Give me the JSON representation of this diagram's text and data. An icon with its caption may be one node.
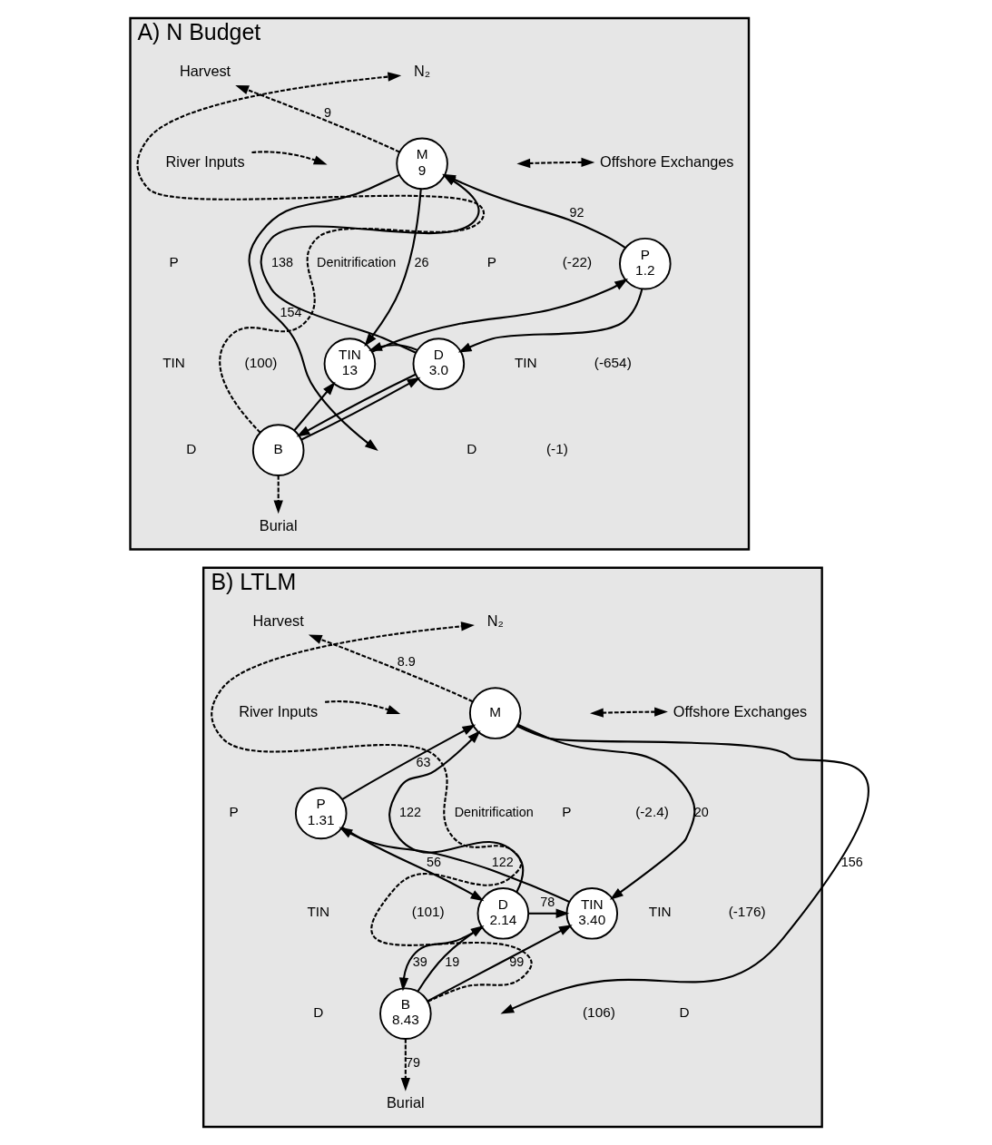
{
  "diagram": {
    "nodes": [
      {
        "text": [
          "A) N Budget"
        ]
      },
      {
        "text": [
          "Harvest"
        ],
        "in": 0
      },
      {
        "text": [
          "N₂"
        ],
        "in": 0
      },
      {
        "text": [
          "River Inputs"
        ],
        "in": 0
      },
      {
        "text": [
          "Offshore Exchanges"
        ],
        "in": 0
      },
      {
        "text": [
          "M",
          "9"
        ],
        "in": 0
      },
      {
        "text": [
          "P",
          "1.2"
        ],
        "in": 0
      },
      {
        "text": [
          "TIN",
          "13"
        ],
        "in": 0
      },
      {
        "text": [
          "D",
          "3.0"
        ],
        "in": 0
      },
      {
        "text": [
          "B"
        ],
        "in": 0
      },
      {
        "text": [
          "Burial"
        ],
        "in": 0
      },
      {
        "text": [
          "B) LTLM"
        ]
      },
      {
        "text": [
          "Harvest"
        ],
        "in": 11
      },
      {
        "text": [
          "N₂"
        ],
        "in": 11
      },
      {
        "text": [
          "River Inputs"
        ],
        "in": 11
      },
      {
        "text": [
          "Offshore Exchanges"
        ],
        "in": 11
      },
      {
        "text": [
          "M"
        ],
        "in": 11
      },
      {
        "text": [
          "P",
          "1.31"
        ],
        "in": 11
      },
      {
        "text": [
          "TIN",
          "3.40"
        ],
        "in": 11
      },
      {
        "text": [
          "D",
          "2.14"
        ],
        "in": 11
      },
      {
        "text": [
          "B",
          "8.43"
        ],
        "in": 11
      },
      {
        "text": [
          "Burial"
        ],
        "in": 11
      }
    ],
    "edges": [
      {
        "from": 5,
        "to": 1,
        "arrow": "to",
        "label": "9",
        "style": "dashed"
      },
      {
        "from": 9,
        "to": 2,
        "arrow": "to",
        "label": "Denitrification",
        "style": "dashed"
      },
      {
        "from": 3,
        "to": null,
        "arrow": "to",
        "style": "dashed"
      },
      {
        "from": 4,
        "to": null,
        "arrow": "both",
        "style": "dashed"
      },
      {
        "from": 5,
        "to": 7,
        "arrow": "to",
        "label": "26"
      },
      {
        "from": 6,
        "to": 5,
        "arrow": "to",
        "label": "92"
      },
      {
        "from": 8,
        "to": 5,
        "arrow": "to",
        "label": "138"
      },
      {
        "from": 5,
        "to": null,
        "arrow": "to",
        "label": "154"
      },
      {
        "from": 7,
        "to": 6,
        "arrow": "to"
      },
      {
        "from": 6,
        "to": 8,
        "arrow": "to"
      },
      {
        "from": 8,
        "to": 7,
        "arrow": "to"
      },
      {
        "from": 9,
        "to": 7,
        "arrow": "to"
      },
      {
        "from": 9,
        "to": 8,
        "arrow": "to"
      },
      {
        "from": 8,
        "to": 9,
        "arrow": "to"
      },
      {
        "from": 9,
        "to": 10,
        "arrow": "to",
        "style": "dashed"
      },
      {
        "from": 16,
        "to": 12,
        "arrow": "to",
        "label": "8.9",
        "style": "dashed"
      },
      {
        "from": 20,
        "to": 13,
        "arrow": "to",
        "label": "Denitrification",
        "style": "dashed"
      },
      {
        "from": 14,
        "to": null,
        "arrow": "to",
        "style": "dashed"
      },
      {
        "from": 15,
        "to": null,
        "arrow": "both",
        "style": "dashed"
      },
      {
        "from": 16,
        "to": 18,
        "arrow": "to",
        "label": "20"
      },
      {
        "from": 17,
        "to": 16,
        "arrow": "to",
        "label": "63"
      },
      {
        "from": 19,
        "to": 16,
        "arrow": "to",
        "label": "122"
      },
      {
        "from": 16,
        "to": null,
        "arrow": "to",
        "label": "156"
      },
      {
        "from": 18,
        "to": 17,
        "arrow": "to",
        "label": "122"
      },
      {
        "from": 17,
        "to": 19,
        "arrow": "to",
        "label": "56"
      },
      {
        "from": 19,
        "to": 18,
        "arrow": "to",
        "label": "78"
      },
      {
        "from": 20,
        "to": 18,
        "arrow": "to",
        "label": "99"
      },
      {
        "from": 20,
        "to": 19,
        "arrow": "to",
        "label": "19"
      },
      {
        "from": 19,
        "to": 20,
        "arrow": "to",
        "label": "39"
      },
      {
        "from": 20,
        "to": 21,
        "arrow": "to",
        "label": "79",
        "style": "dashed"
      }
    ],
    "labels": [
      "P",
      "TIN",
      "(100)",
      "D",
      "P",
      "(-22)",
      "TIN",
      "(-654)",
      "D",
      "(-1)",
      "P",
      "TIN",
      "(101)",
      "D",
      "P",
      "(-2.4)",
      "TIN",
      "(-176)",
      "(106)",
      "D"
    ]
  }
}
